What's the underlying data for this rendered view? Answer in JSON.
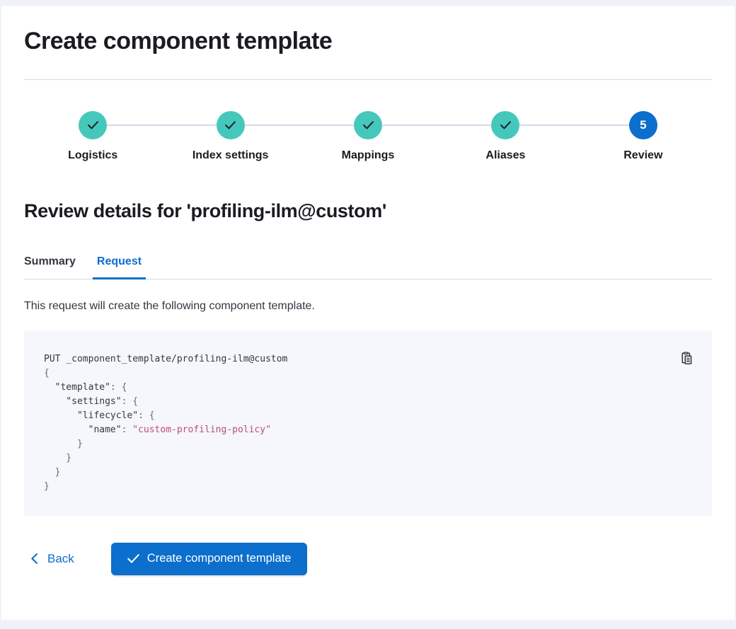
{
  "page": {
    "title": "Create component template"
  },
  "steps": {
    "items": [
      {
        "label": "Logistics",
        "status": "complete"
      },
      {
        "label": "Index settings",
        "status": "complete"
      },
      {
        "label": "Mappings",
        "status": "complete"
      },
      {
        "label": "Aliases",
        "status": "complete"
      },
      {
        "label": "Review",
        "status": "current",
        "number": "5"
      }
    ]
  },
  "review": {
    "heading": "Review details for 'profiling-ilm@custom'",
    "tabs": [
      {
        "label": "Summary",
        "active": false
      },
      {
        "label": "Request",
        "active": true
      }
    ],
    "description": "This request will create the following component template."
  },
  "code": {
    "lines": [
      [
        [
          "plain",
          "PUT _component_template/profiling-ilm@custom"
        ]
      ],
      [
        [
          "punct",
          "{"
        ]
      ],
      [
        [
          "key",
          "  \"template\""
        ],
        [
          "punct",
          ": {"
        ]
      ],
      [
        [
          "key",
          "    \"settings\""
        ],
        [
          "punct",
          ": {"
        ]
      ],
      [
        [
          "key",
          "      \"lifecycle\""
        ],
        [
          "punct",
          ": {"
        ]
      ],
      [
        [
          "key",
          "        \"name\""
        ],
        [
          "punct",
          ": "
        ],
        [
          "string",
          "\"custom-profiling-policy\""
        ]
      ],
      [
        [
          "punct",
          "      }"
        ]
      ],
      [
        [
          "punct",
          "    }"
        ]
      ],
      [
        [
          "punct",
          "  }"
        ]
      ],
      [
        [
          "punct",
          "}"
        ]
      ]
    ]
  },
  "footer": {
    "back_label": "Back",
    "submit_label": "Create component template"
  },
  "icons": {
    "step_complete": "check-icon",
    "copy": "copy-clipboard-icon",
    "back": "chevron-left-icon",
    "submit": "check-icon"
  },
  "colors": {
    "primary": "#0c6ecd",
    "step_complete_teal": "#45c8bb",
    "code_background": "#f5f7fc",
    "code_string": "#bd4c7a",
    "divider": "#d3dae6",
    "text_dark": "#1a1c21"
  }
}
